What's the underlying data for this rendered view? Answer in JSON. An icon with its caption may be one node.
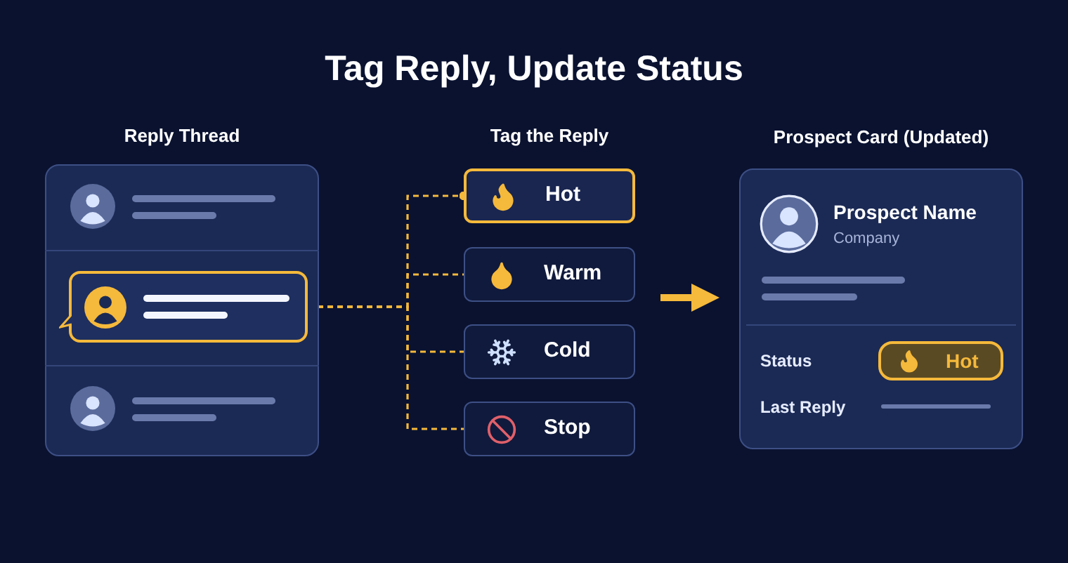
{
  "diagram": {
    "title": "Tag Reply, Update Status",
    "nodes": [
      {
        "text": [
          "Reply Thread"
        ]
      },
      {
        "text": [],
        "shape": "box",
        "in": 0
      },
      {
        "text": [
          "Hot"
        ]
      },
      {
        "text": [
          "Warm"
        ]
      },
      {
        "text": [
          "Cold"
        ]
      },
      {
        "text": [
          "Stop"
        ]
      },
      {
        "text": [
          "Prospect Card (Updated)",
          "Prospect Name",
          "Company",
          "Status",
          "Last Reply"
        ]
      },
      {
        "text": [
          "Hot"
        ],
        "in": 6
      }
    ],
    "edges": [
      {
        "from": 1,
        "to": 2,
        "arrow": "other",
        "style": "dashed"
      },
      {
        "from": 1,
        "to": 3,
        "arrow": "none",
        "style": "dashed"
      },
      {
        "from": 1,
        "to": 4,
        "arrow": "none",
        "style": "dashed"
      },
      {
        "from": 1,
        "to": 5,
        "arrow": "none",
        "style": "dashed"
      },
      {
        "from": null,
        "to": 6,
        "arrow": "to",
        "style": "thick"
      }
    ],
    "labels": [
      "Tag the Reply"
    ]
  }
}
